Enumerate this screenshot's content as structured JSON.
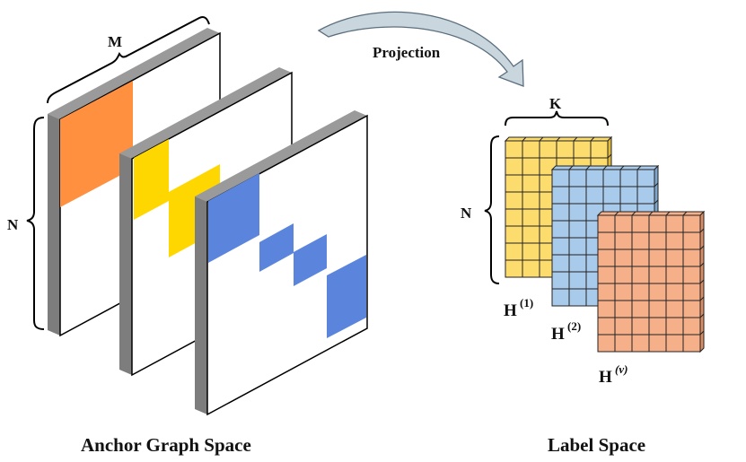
{
  "labels": {
    "m": "M",
    "n_left": "N",
    "projection": "Projection",
    "k": "K",
    "n_right": "N",
    "h1_base": "H",
    "h1_sup": "(1)",
    "h2_base": "H",
    "h2_sup": "(2)",
    "hv_base": "H",
    "hv_sup": "(v)",
    "anchor_caption": "Anchor Graph Space",
    "label_caption": "Label Space"
  },
  "colors": {
    "matrix1_fill": "#FF9040",
    "matrix2_fill": "#FFD700",
    "matrix3_fill": "#5B85DC",
    "panel_side": "#808080",
    "panel_top": "#9a9a9a",
    "grid_h1": "#FDDC6E",
    "grid_h1_dark": "#E3B93A",
    "grid_h2": "#A9CBEB",
    "grid_h2_dark": "#7FA6CC",
    "grid_hv": "#F6B089",
    "grid_hv_dark": "#D98E66",
    "arrow_fill": "#C9D6DE",
    "arrow_stroke": "#5A6E7E"
  }
}
